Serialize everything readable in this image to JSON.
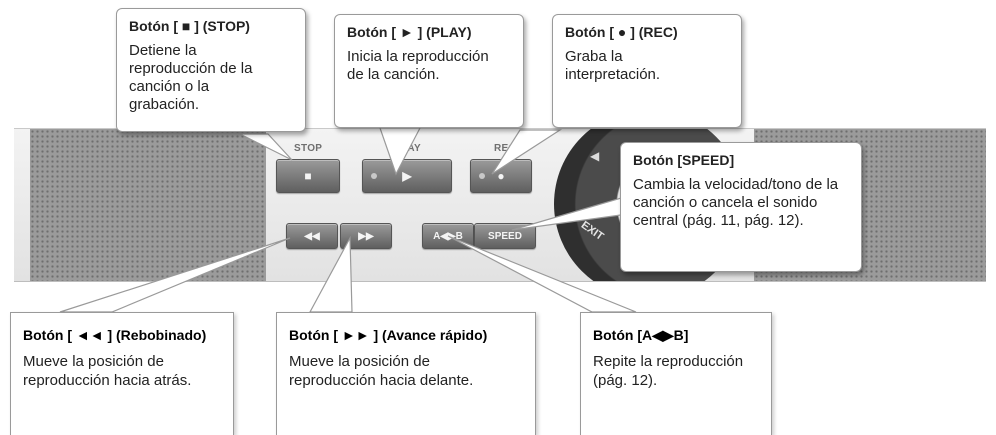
{
  "panel": {
    "labels": {
      "stop": "STOP",
      "play": "PLAY",
      "rec": "REC",
      "exit": "EXIT"
    },
    "keys": {
      "stop": "■",
      "play": "▶",
      "rec": "●",
      "rewind": "◀◀",
      "ffwd": "▶▶",
      "ab": "A◀▶B",
      "speed": "SPEED"
    }
  },
  "callouts": {
    "stop": {
      "title": "Botón [ ■ ] (STOP)",
      "desc": "Detiene la reproducción de la canción o la grabación."
    },
    "play": {
      "title": "Botón [ ► ] (PLAY)",
      "desc": "Inicia la reproducción de la canción."
    },
    "rec": {
      "title": "Botón [ ● ] (REC)",
      "desc": "Graba la interpretación."
    },
    "speed": {
      "title": "Botón [SPEED]",
      "desc": "Cambia la velocidad/tono de la canción o cancela el sonido central (pág. 11, pág. 12)."
    },
    "rewind": {
      "title": "Botón [ ◄◄ ] (Rebobinado)",
      "desc": "Mueve la posición de reproducción hacia atrás."
    },
    "ffwd": {
      "title": "Botón [ ►► ] (Avance rápido)",
      "desc": "Mueve la posición de reproducción hacia delante."
    },
    "ab": {
      "title": "Botón [A◀▶B]",
      "desc": "Repite la reproducción (pág. 12)."
    }
  }
}
